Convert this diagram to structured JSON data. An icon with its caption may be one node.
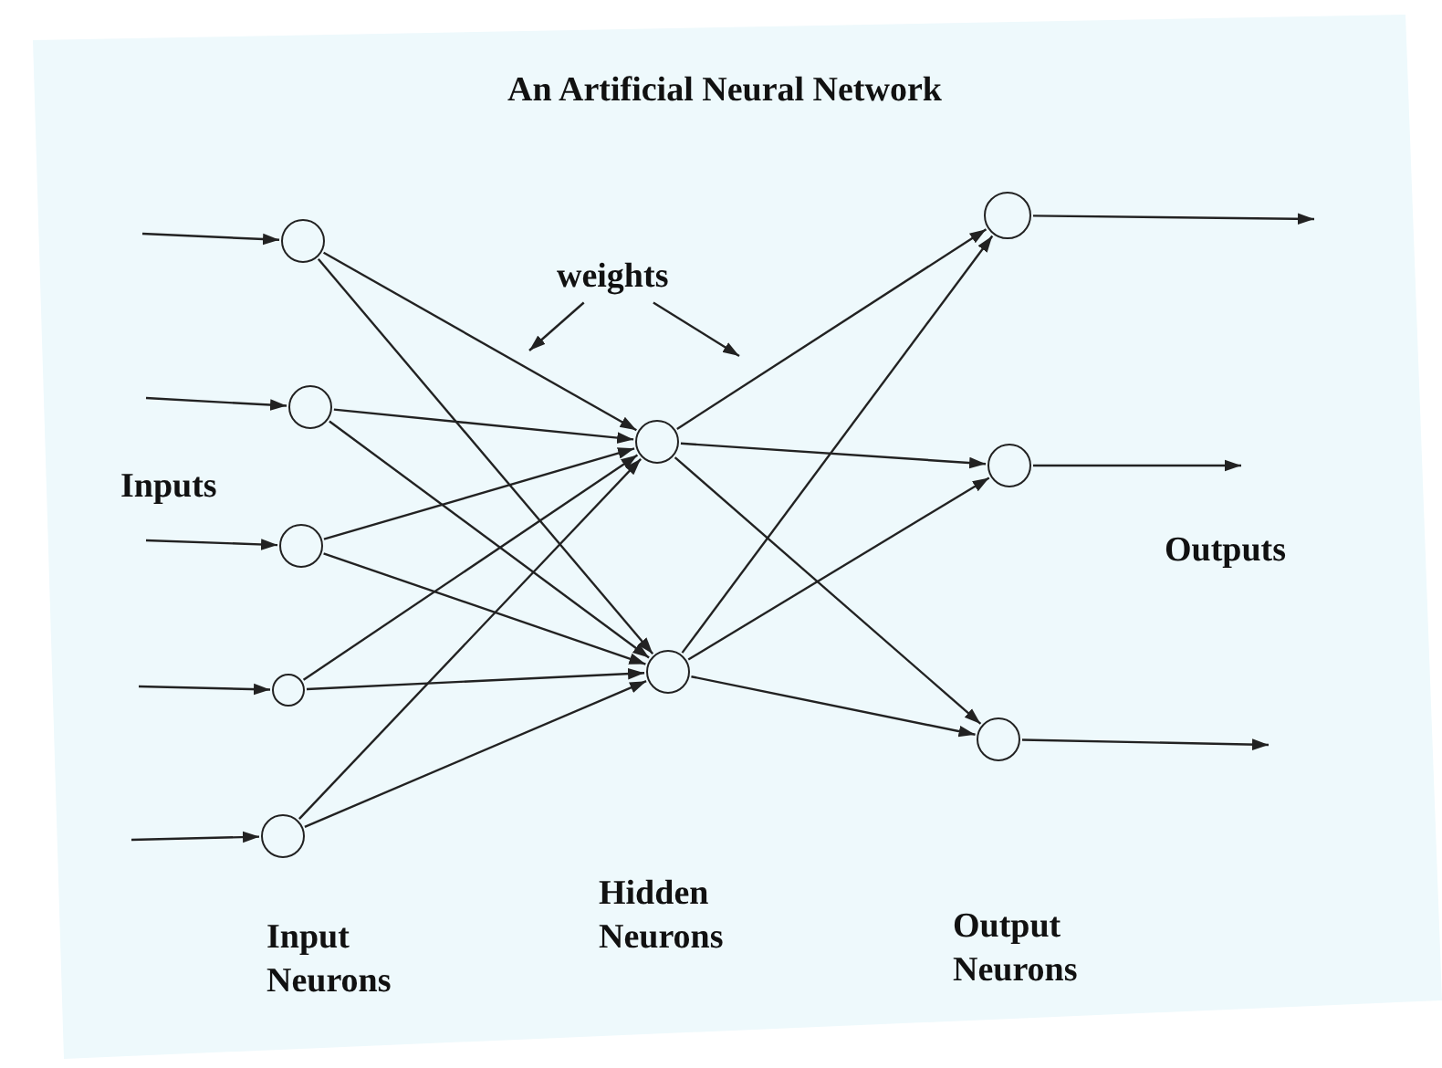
{
  "diagram": {
    "title": "An Artificial Neural Network",
    "nodes": [
      {
        "text": [],
        "shape": "circle"
      },
      {
        "text": [],
        "shape": "circle"
      },
      {
        "text": [],
        "shape": "circle"
      },
      {
        "text": [],
        "shape": "circle"
      },
      {
        "text": [],
        "shape": "circle"
      },
      {
        "text": [
          "weights"
        ]
      },
      {
        "text": [],
        "shape": "circle"
      },
      {
        "text": [],
        "shape": "circle"
      },
      {
        "text": [],
        "shape": "circle"
      },
      {
        "text": [],
        "shape": "circle"
      },
      {
        "text": [],
        "shape": "circle"
      }
    ],
    "edges": [
      {
        "from": null,
        "to": 0,
        "arrow": "to"
      },
      {
        "from": null,
        "to": 1,
        "arrow": "to"
      },
      {
        "from": null,
        "to": 2,
        "arrow": "to"
      },
      {
        "from": null,
        "to": 3,
        "arrow": "to"
      },
      {
        "from": null,
        "to": 4,
        "arrow": "to"
      },
      {
        "from": 0,
        "to": 6,
        "arrow": "to"
      },
      {
        "from": 0,
        "to": 7,
        "arrow": "to"
      },
      {
        "from": 1,
        "to": 6,
        "arrow": "to"
      },
      {
        "from": 1,
        "to": 7,
        "arrow": "to"
      },
      {
        "from": 2,
        "to": 6,
        "arrow": "to"
      },
      {
        "from": 2,
        "to": 7,
        "arrow": "to"
      },
      {
        "from": 3,
        "to": 6,
        "arrow": "to"
      },
      {
        "from": 3,
        "to": 7,
        "arrow": "to"
      },
      {
        "from": 4,
        "to": 6,
        "arrow": "to"
      },
      {
        "from": 4,
        "to": 7,
        "arrow": "to"
      },
      {
        "from": 5,
        "to": null,
        "arrow": "to"
      },
      {
        "from": 5,
        "to": null,
        "arrow": "to"
      },
      {
        "from": 6,
        "to": 8,
        "arrow": "to"
      },
      {
        "from": 6,
        "to": 9,
        "arrow": "to"
      },
      {
        "from": 6,
        "to": 10,
        "arrow": "to"
      },
      {
        "from": 7,
        "to": 8,
        "arrow": "to"
      },
      {
        "from": 7,
        "to": 9,
        "arrow": "to"
      },
      {
        "from": 7,
        "to": 10,
        "arrow": "to"
      },
      {
        "from": 8,
        "to": null,
        "arrow": "to"
      },
      {
        "from": 9,
        "to": null,
        "arrow": "to"
      },
      {
        "from": 10,
        "to": null,
        "arrow": "to"
      }
    ],
    "labels": [
      "Inputs",
      "Outputs",
      "Input Neurons",
      "Hidden Neurons",
      "Output Neurons"
    ]
  }
}
